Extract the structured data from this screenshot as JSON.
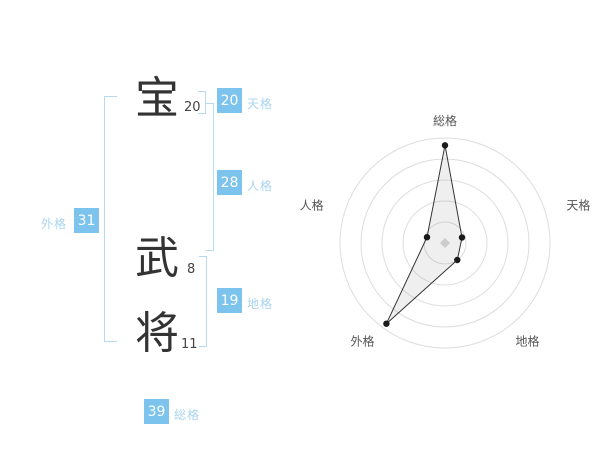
{
  "name": {
    "characters": [
      {
        "glyph": "宝",
        "strokes": "20"
      },
      {
        "glyph": "武",
        "strokes": "8"
      },
      {
        "glyph": "将",
        "strokes": "11"
      }
    ]
  },
  "kaku": {
    "tenkaku": {
      "label": "天格",
      "value": "20"
    },
    "jinkaku": {
      "label": "人格",
      "value": "28"
    },
    "chikaku": {
      "label": "地格",
      "value": "19"
    },
    "gaikaku": {
      "label": "外格",
      "value": "31"
    },
    "soukaku": {
      "label": "総格",
      "value": "39"
    }
  },
  "colors": {
    "value_box_bg": "#7cc4ee",
    "value_box_text": "#ffffff",
    "kaku_label_text": "#a9d5ef",
    "bracket": "#b5daf1",
    "kanji_text": "#333333",
    "stroke_count_text": "#444444",
    "radar_ring": "#dddddd",
    "radar_polygon_stroke": "#333333",
    "radar_dot": "#1a1a1a",
    "radar_fill": "rgba(120,120,120,0.12)",
    "radar_label": "#555555",
    "radar_center": "#cccccc"
  },
  "chart_data": {
    "type": "radar",
    "categories": [
      "総格",
      "天格",
      "地格",
      "外格",
      "人格"
    ],
    "values": [
      93,
      17,
      20,
      95,
      18
    ],
    "max": 100,
    "rings": 5,
    "start_angle_deg": -90,
    "direction": "clockwise",
    "legend": false,
    "title": ""
  }
}
